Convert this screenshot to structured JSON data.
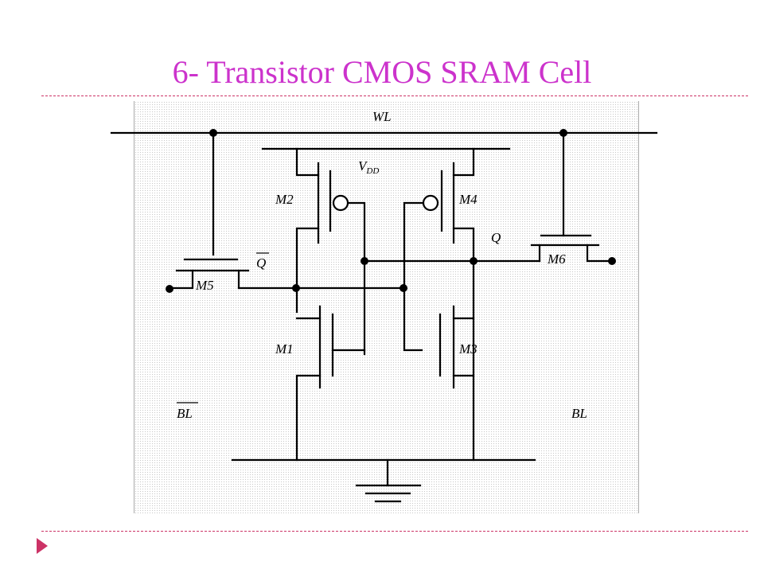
{
  "slide": {
    "title": "6- Transistor CMOS SRAM Cell"
  },
  "circuit": {
    "word_line": "WL",
    "supply": "V",
    "supply_subscript": "DD",
    "node_q": "Q",
    "node_q_bar": "Q",
    "bit_line": "BL",
    "bit_line_bar": "BL",
    "transistors": {
      "m1": "M1",
      "m2": "M2",
      "m3": "M3",
      "m4": "M4",
      "m5": "M5",
      "m6": "M6"
    }
  },
  "colors": {
    "title": "#cc33cc",
    "divider": "#cc3366",
    "bullet": "#cc3366",
    "wire": "#000000"
  }
}
